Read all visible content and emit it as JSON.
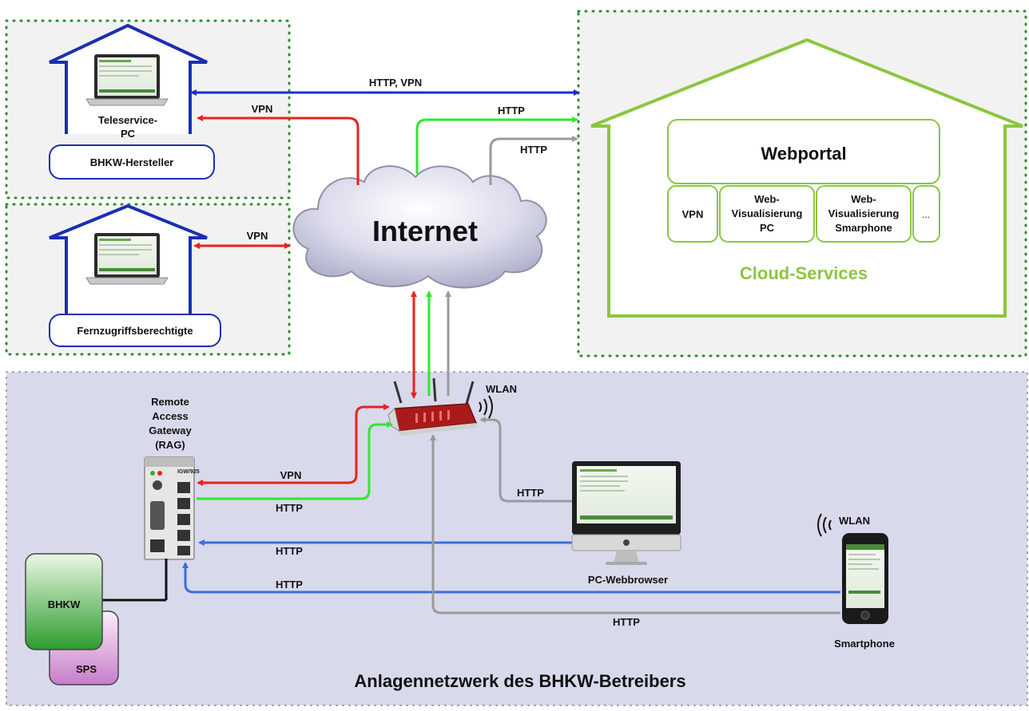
{
  "zones": {
    "manufacturer_caption": "BHKW-Hersteller",
    "remote_users_caption": "Fernzugriffsberechtigte",
    "cloud_title": "Cloud-Services",
    "operator_network_title": "Anlagennetzwerk des BHKW-Betreibers"
  },
  "devices": {
    "teleservice_pc_line1": "Teleservice-",
    "teleservice_pc_line2": "PC",
    "internet": "Internet",
    "webportal": "Webportal",
    "rag_line1": "Remote",
    "rag_line2": "Access",
    "rag_line3": "Gateway",
    "rag_line4": "(RAG)",
    "rag_model": "IGW/925",
    "pc_webbrowser": "PC-Webbrowser",
    "smartphone": "Smartphone",
    "bhkw": "BHKW",
    "sps": "SPS"
  },
  "services": [
    {
      "lines": [
        "VPN"
      ]
    },
    {
      "lines": [
        "Web-",
        "Visualisierung",
        "PC"
      ]
    },
    {
      "lines": [
        "Web-",
        "Visualisierung",
        "Smarphone"
      ]
    },
    {
      "lines": [
        "..."
      ]
    }
  ],
  "connections": {
    "http_vpn": "HTTP, VPN",
    "vpn_teleservice": "VPN",
    "http_green_cloud": "HTTP",
    "http_grey_cloud": "HTTP",
    "vpn_remote_user": "VPN",
    "vpn_rag": "VPN",
    "http_rag_green": "HTTP",
    "http_pc_router": "HTTP",
    "http_pc_rag": "HTTP",
    "http_phone_rag": "HTTP",
    "http_phone_router": "HTTP",
    "wlan_router": "WLAN",
    "wlan_phone": "WLAN"
  },
  "colors": {
    "zone_border": "#2e8b2e",
    "house_blue": "#1a2fb0",
    "cloud_green": "#8cc63f",
    "vpn_red": "#e8231f",
    "http_green": "#2ee82e",
    "http_grey": "#9a9a9a",
    "http_blue": "#3a6ee0",
    "operator_bg": "#d8d9eb"
  }
}
